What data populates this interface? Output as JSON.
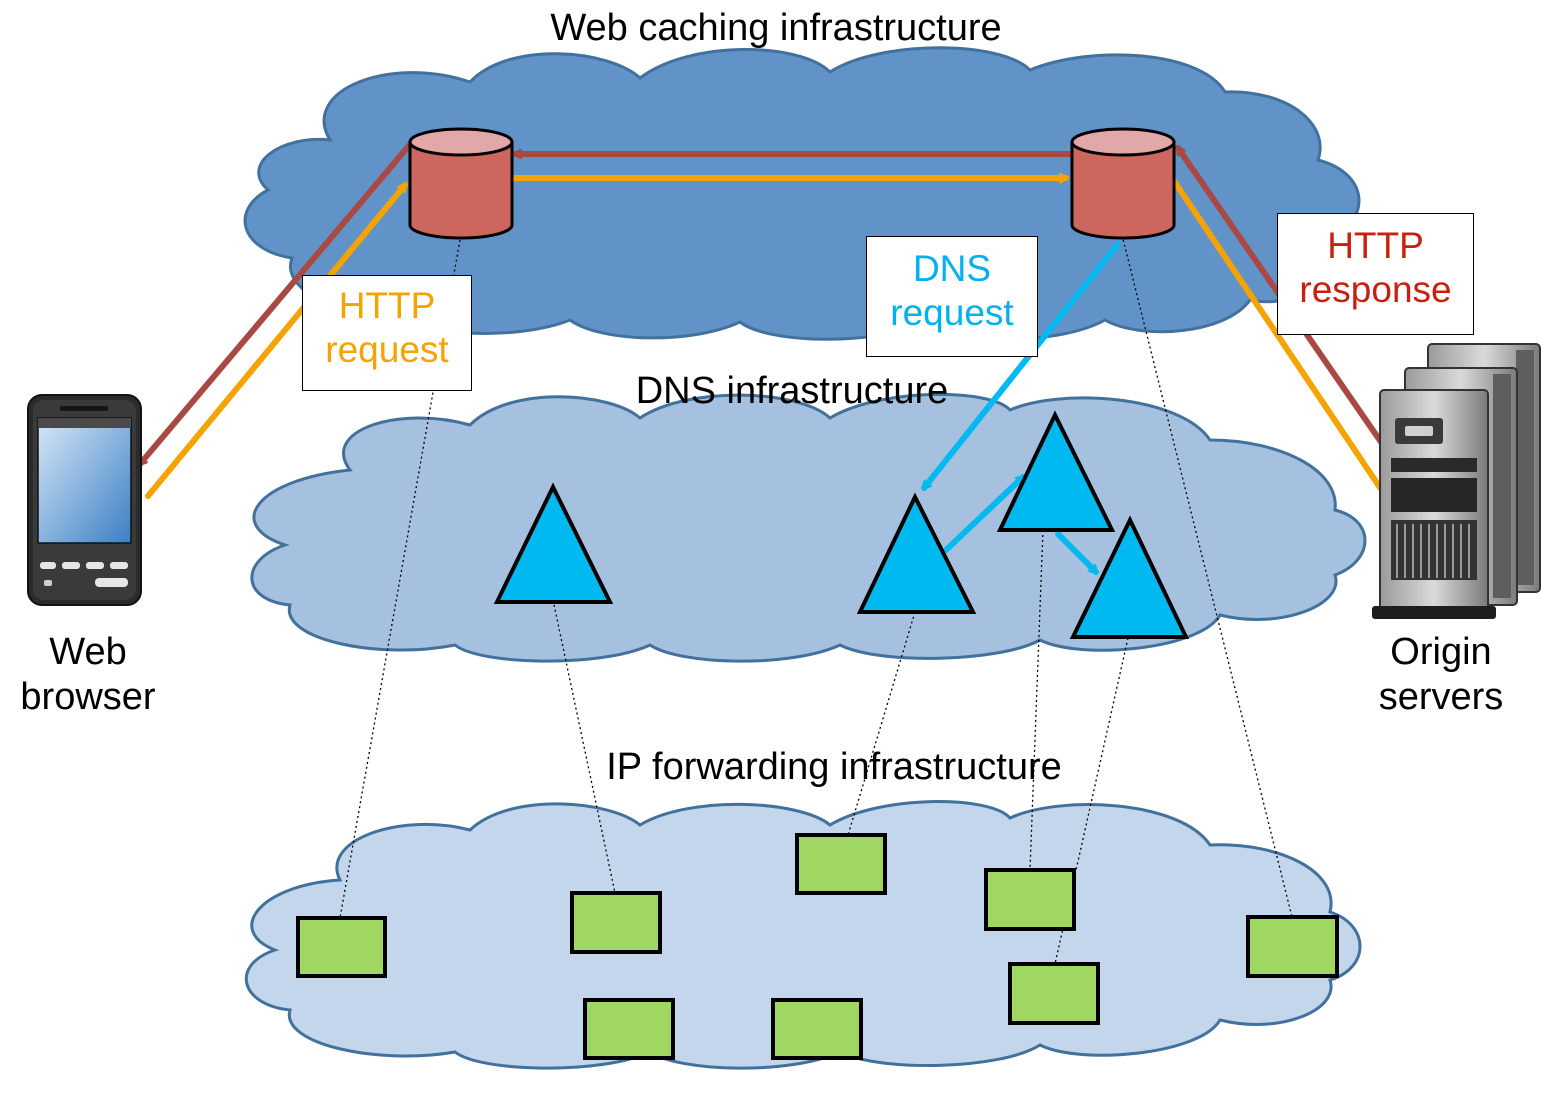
{
  "layers": {
    "web_caching": "Web caching infrastructure",
    "dns": "DNS infrastructure",
    "ip_forwarding": "IP forwarding infrastructure"
  },
  "endpoints": {
    "browser": {
      "line1": "Web",
      "line2": "browser"
    },
    "servers": {
      "line1": "Origin",
      "line2": "servers"
    }
  },
  "callouts": {
    "http_request": {
      "line1": "HTTP",
      "line2": "request",
      "color": "#F5A300"
    },
    "dns_request": {
      "line1": "DNS",
      "line2": "request",
      "color": "#00B0F0"
    },
    "http_response": {
      "line1": "HTTP",
      "line2": "response",
      "color": "#C8200E"
    }
  },
  "colors": {
    "cloud_web": "#6293C8",
    "cloud_dns": "#A6C0DF",
    "cloud_ip": "#C3D6EB",
    "cloud_outline": "#41719C",
    "cache_body": "#CD665E",
    "cache_top": "#E2A7A9",
    "dns_node": "#00B9F0",
    "router_node": "#A0D662",
    "request_arrow": "#F5A300",
    "response_arrow": "#A84A43",
    "dns_arrow": "#00B9F0"
  },
  "icons": {
    "browser_device": "smartphone-icon",
    "server_device": "server-tower-icon"
  }
}
